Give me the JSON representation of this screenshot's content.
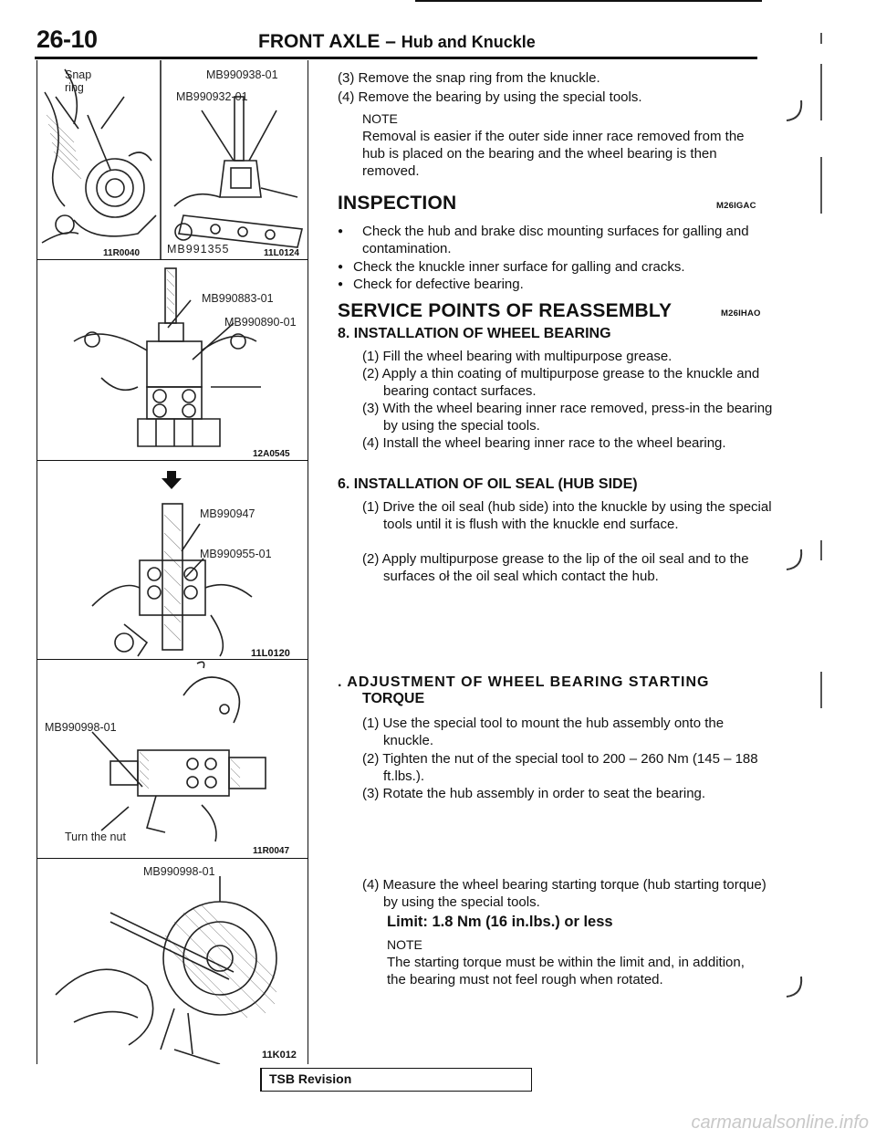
{
  "header": {
    "page_number": "26-10",
    "section": "FRONT AXLE",
    "dash": "–",
    "subsection": "Hub and Knuckle"
  },
  "figures": {
    "fig1": {
      "left_labels": [
        "Snap",
        "ring"
      ],
      "left_code": "11R0040",
      "right_labels": [
        "MB990938-01",
        "MB990932-01"
      ],
      "right_bottom_label": "MB991355",
      "right_code": "11L0124"
    },
    "fig2": {
      "labels": [
        "MB990883-01",
        "MB990890-01"
      ],
      "code": "12A0545"
    },
    "fig3": {
      "labels": [
        "MB990947",
        "MB990955-01"
      ],
      "code": "11L0120"
    },
    "fig4": {
      "labels": [
        "MB990998-01",
        "Turn the nut"
      ],
      "code": "11R0047"
    },
    "fig5": {
      "labels": [
        "MB990998-01"
      ],
      "code": "11K012"
    }
  },
  "removal_steps": [
    "(3) Remove the snap ring from the knuckle.",
    "(4) Remove the bearing by using the special tools."
  ],
  "removal_note": {
    "label": "NOTE",
    "text": "Removal is easier if the outer side inner race removed from the hub is placed on the bearing and the wheel bearing is then removed."
  },
  "inspection": {
    "title": "INSPECTION",
    "code": "M26IGAC",
    "bullets": [
      "Check the hub and brake disc mounting surfaces for galling and contamination.",
      "Check the knuckle inner surface for galling and cracks.",
      "Check for defective bearing."
    ]
  },
  "reassembly": {
    "title": "SERVICE POINTS OF REASSEMBLY",
    "code": "M26IHAO",
    "sections": [
      {
        "heading": "8. INSTALLATION OF WHEEL BEARING",
        "steps": [
          "(1) Fill the wheel bearing with multipurpose grease.",
          "(2) Apply a thin coating of multipurpose grease to the knuckle and bearing contact surfaces.",
          "(3) With the wheel bearing inner race removed, press-in the bearing by using the special tools.",
          "(4) Install the wheel bearing inner race to the wheel bearing."
        ]
      },
      {
        "heading": "6. INSTALLATION OF OIL SEAL (HUB SIDE)",
        "steps": [
          "(1) Drive the oil seal (hub side) into the knuckle by using the special tools until it is flush with the knuckle end surface.",
          "(2) Apply multipurpose grease to the lip of the oil seal and to the surfaces oł the oil seal which contact the hub."
        ]
      },
      {
        "heading_line1": ". ADJUSTMENT OF WHEEL BEARING STARTING",
        "heading_line2": "TORQUE",
        "steps": [
          "(1) Use the special tool to mount the hub assembly onto the knuckle.",
          "(2) Tighten the nut of the special tool to 200 – 260 Nm (145 – 188 ft.lbs.).",
          "(3) Rotate the hub assembly in order to seat the bearing.",
          "(4) Measure the wheel bearing starting torque (hub starting torque) by using the special tools."
        ],
        "limit": "Limit: 1.8 Nm (16 in.lbs.) or less",
        "note_label": "NOTE",
        "note_text": "The starting torque must be within the limit and, in addition, the bearing must not feel rough when rotated."
      }
    ]
  },
  "footer": {
    "tsb": "TSB Revision",
    "watermark": "carmanualsonline.info"
  }
}
